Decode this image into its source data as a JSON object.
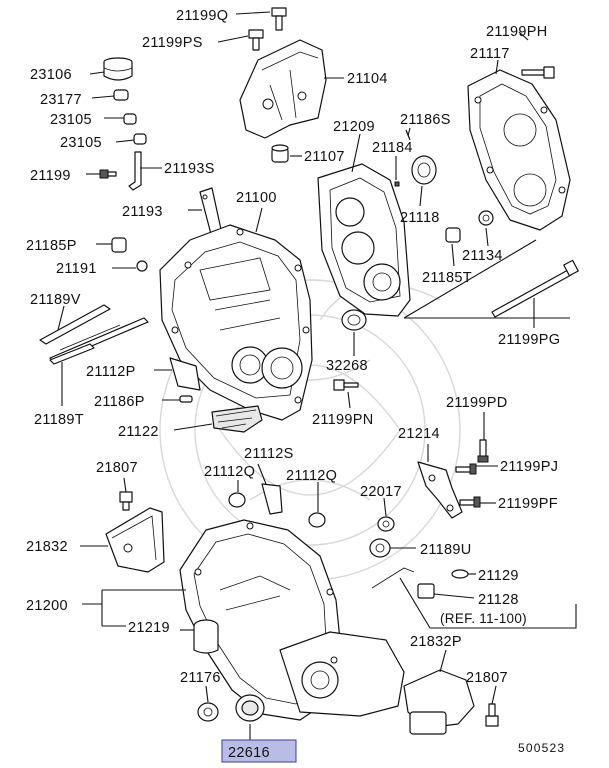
{
  "diagram": {
    "labels": {
      "p21199Q": "21199Q",
      "p21199PS": "21199PS",
      "p21104": "21104",
      "p21199PH": "21199PH",
      "p21117": "21117",
      "p23106": "23106",
      "p23177": "23177",
      "p23105a": "23105",
      "p23105b": "23105",
      "p21209": "21209",
      "p21186S": "21186S",
      "p21107": "21107",
      "p21184": "21184",
      "p21199": "21199",
      "p21193S": "21193S",
      "p21100": "21100",
      "p21118": "21118",
      "p21193": "21193",
      "p21185P": "21185P",
      "p21134": "21134",
      "p21191": "21191",
      "p21185T": "21185T",
      "p21189V": "21189V",
      "p21199PG": "21199PG",
      "p32268": "32268",
      "p21112P": "21112P",
      "p21186P": "21186P",
      "p21199PD": "21199PD",
      "p21189T": "21189T",
      "p21199PN": "21199PN",
      "p21122": "21122",
      "p21214": "21214",
      "p21112S": "21112S",
      "p21807a": "21807",
      "p21112Qa": "21112Q",
      "p21112Qb": "21112Q",
      "p21199PJ": "21199PJ",
      "p22017": "22017",
      "p21199PF": "21199PF",
      "p21832": "21832",
      "p21189U": "21189U",
      "p21129": "21129",
      "p21128": "21128",
      "p21200": "21200",
      "pRef": "(REF. 11-100)",
      "p21219": "21219",
      "p21832P": "21832P",
      "p21176": "21176",
      "p21807b": "21807",
      "p22616": "22616"
    },
    "catalog_code": "500523"
  },
  "colors": {
    "highlight_fill": "#b9bde6",
    "highlight_stroke": "#3a3f9a",
    "line": "#111111"
  }
}
